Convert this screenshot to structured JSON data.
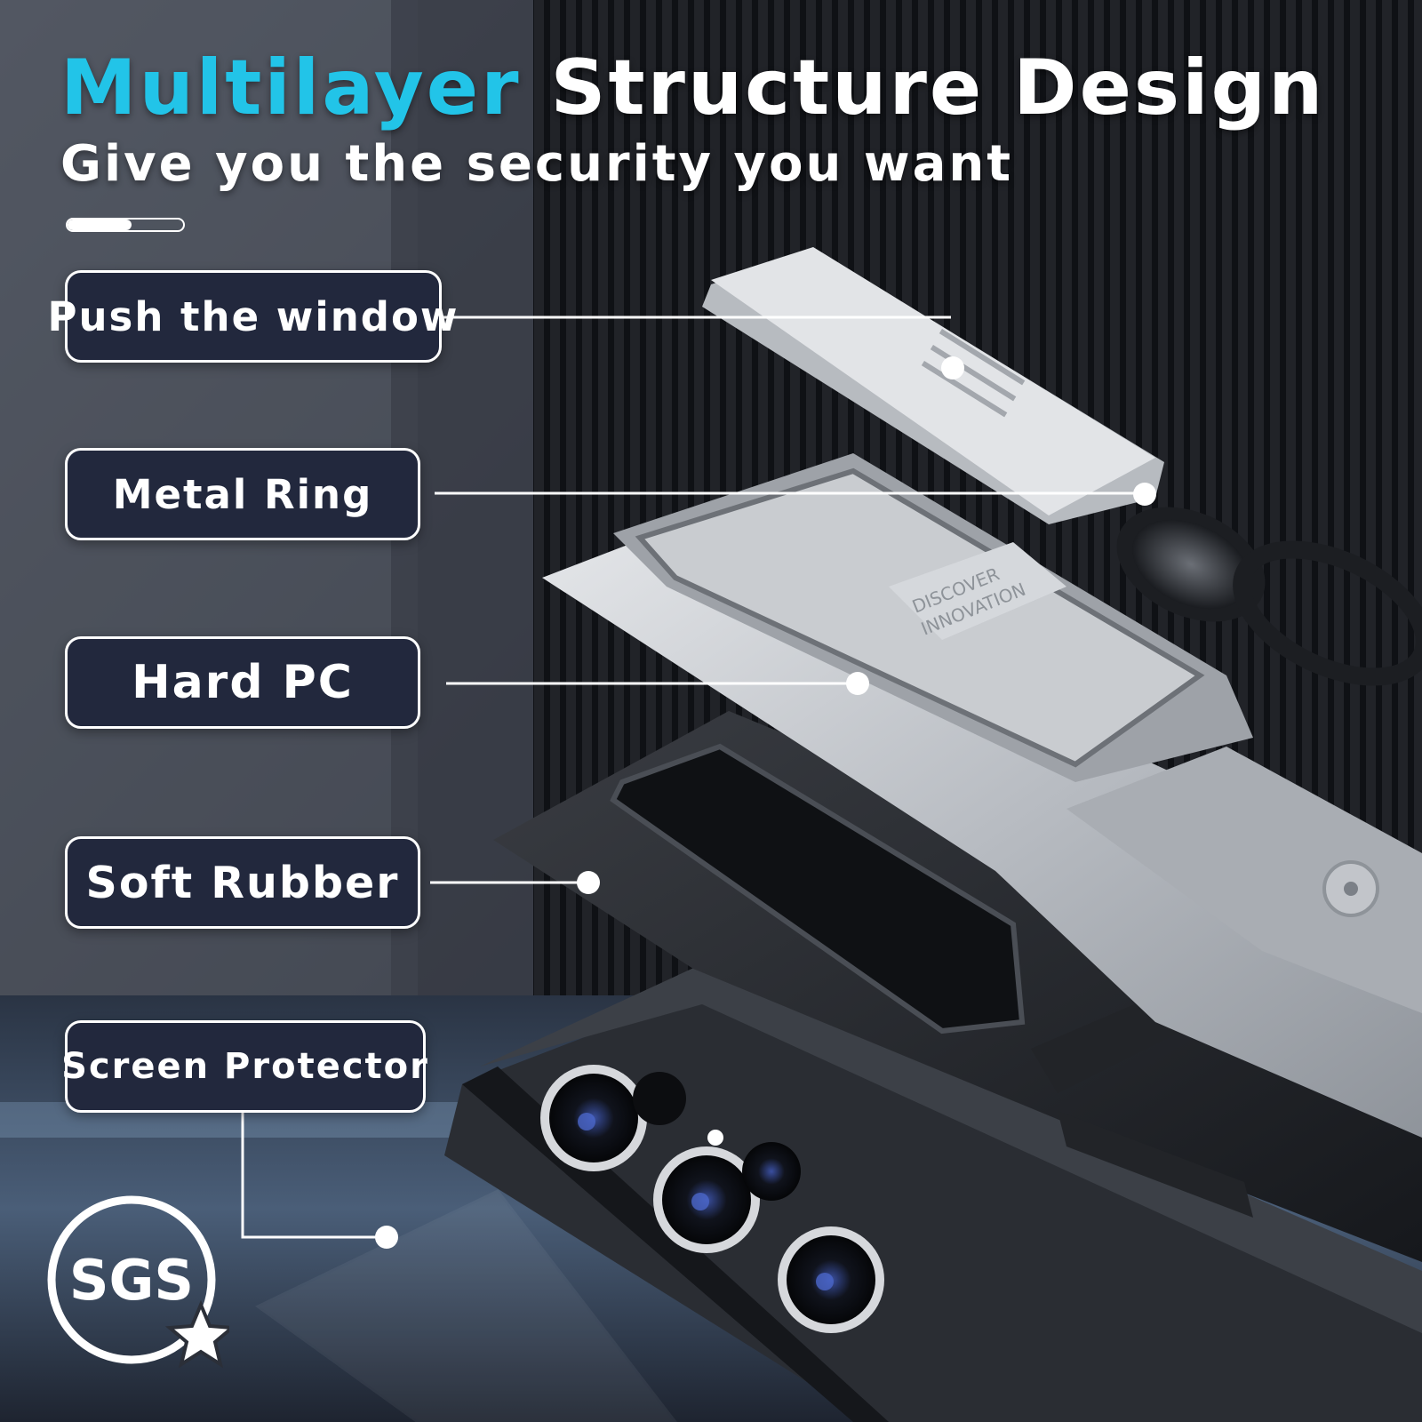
{
  "header": {
    "title_accent": "Multilayer",
    "title_rest": "Structure Design",
    "subtitle": "Give you the security you want"
  },
  "slide_progress": 0.55,
  "layers": [
    {
      "label": "Push the window"
    },
    {
      "label": "Metal Ring"
    },
    {
      "label": "Hard PC"
    },
    {
      "label": "Soft Rubber"
    },
    {
      "label": "Screen Protector"
    }
  ],
  "badge": {
    "text": "SGS"
  },
  "product_print": {
    "line1": "DISCOVER",
    "line2": "INNOVATION"
  },
  "colors": {
    "accent": "#22c4e8",
    "label_bg": "#22283d",
    "text": "#ffffff",
    "silver": "#c8ccd2",
    "case_black": "#1f2227"
  },
  "icons": [
    "sgs-badge-icon",
    "star-icon",
    "camera-lens-icon",
    "ring-holder-icon"
  ]
}
